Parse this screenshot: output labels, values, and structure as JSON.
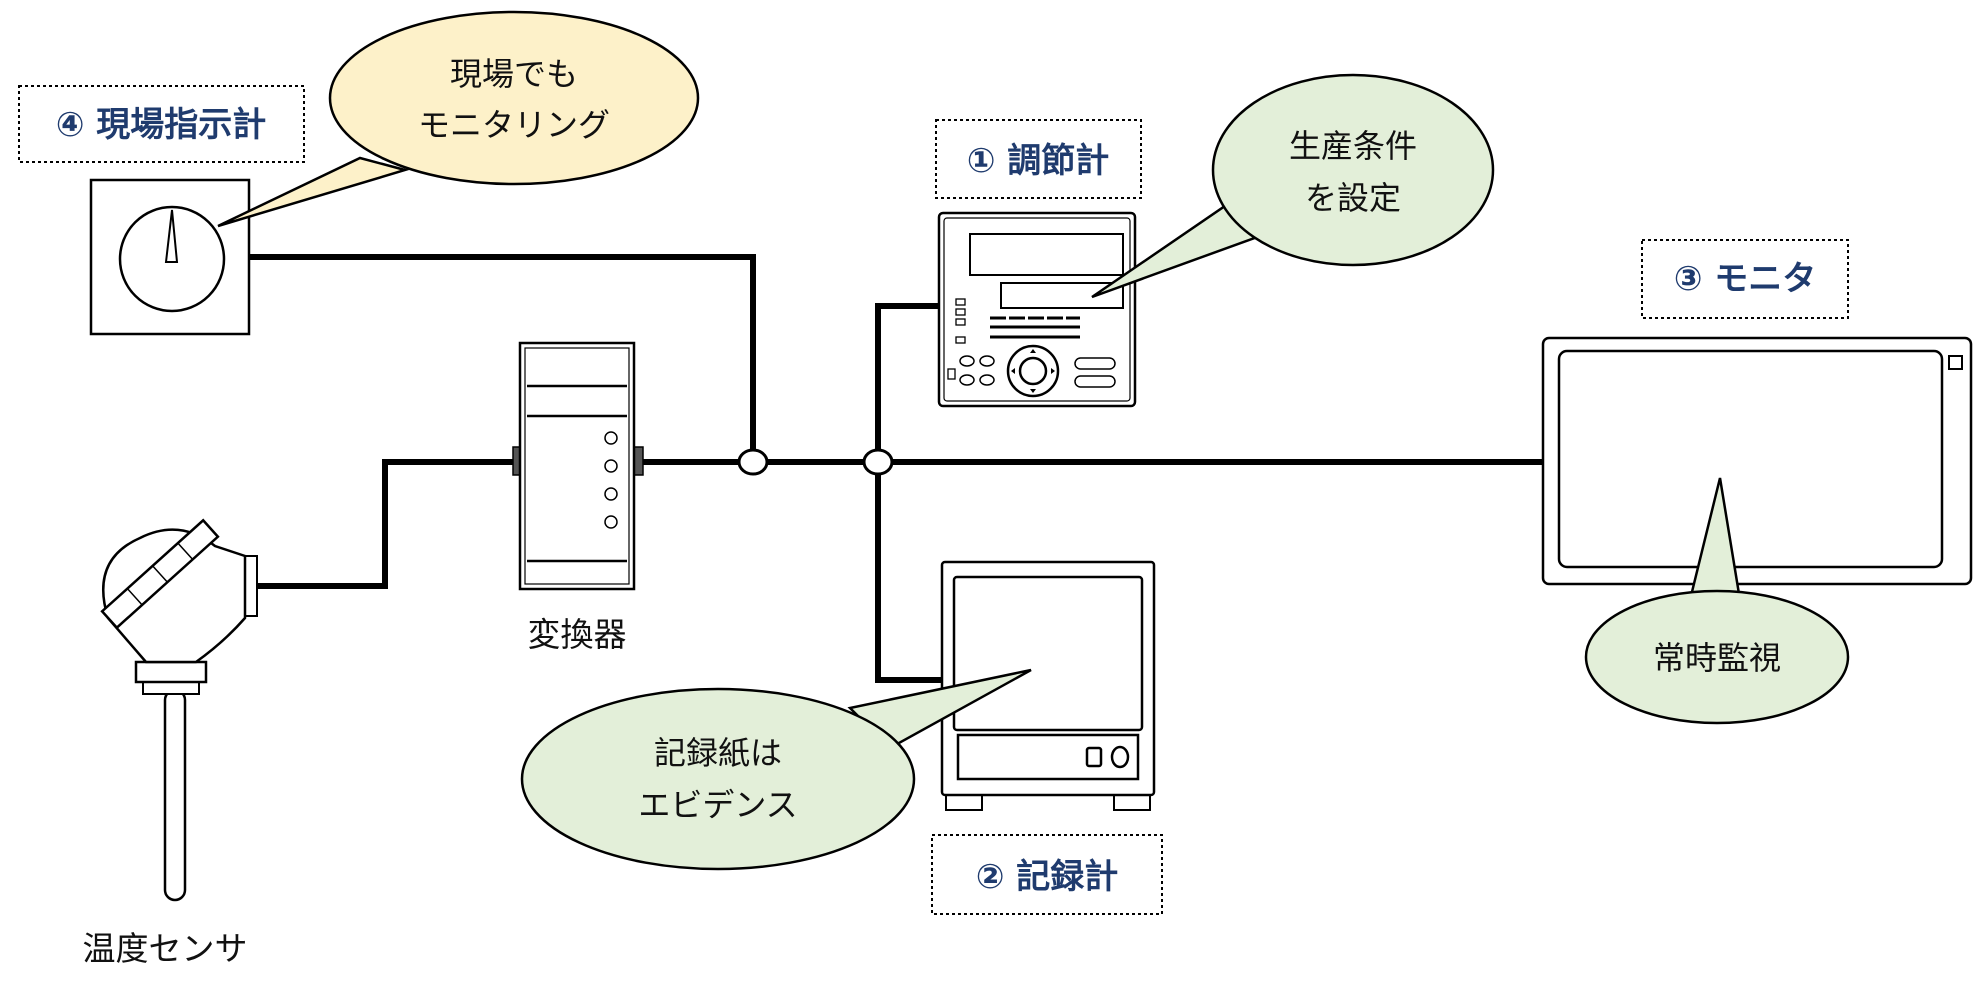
{
  "devices": {
    "indicator": {
      "tag": "④ 現場指示計"
    },
    "controller": {
      "tag": "① 調節計"
    },
    "recorder": {
      "tag": "② 記録計"
    },
    "monitor": {
      "tag": "③ モニタ"
    },
    "converter": {
      "label": "変換器"
    },
    "sensor": {
      "label": "温度センサ"
    }
  },
  "callouts": {
    "indicator": {
      "line1": "現場でも",
      "line2": "モニタリング"
    },
    "controller": {
      "line1": "生産条件",
      "line2": "を設定"
    },
    "recorder": {
      "line1": "記録紙は",
      "line2": "エビデンス"
    },
    "monitor": {
      "line1": "常時監視"
    }
  },
  "colors": {
    "tag_text": "#1f3b6e",
    "callout_yellow": "#fdf1c9",
    "callout_green": "#e3efd9",
    "line": "#000000"
  }
}
